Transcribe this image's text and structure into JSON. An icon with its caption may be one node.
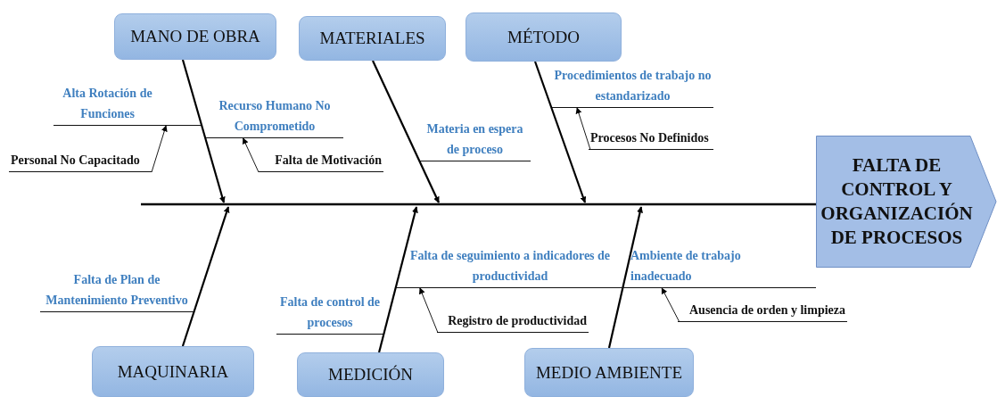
{
  "diagram": {
    "nodes": [
      {
        "text": [
          "MANO DE OBRA"
        ]
      },
      {
        "text": [
          "MATERIALES"
        ]
      },
      {
        "text": [
          "MÉTODO"
        ]
      },
      {
        "text": [
          "Alta Rotación de Funciones"
        ]
      },
      {
        "text": [
          "Recurso Humano No Comprometido"
        ]
      },
      {
        "text": [
          "Procedimientos de trabajo no estandarizado"
        ]
      },
      {
        "text": [
          "Materia en espera de proceso"
        ]
      },
      {
        "text": [
          "Procesos No Definidos"
        ]
      },
      {
        "text": [
          "Personal No Capacitado"
        ]
      },
      {
        "text": [
          "Falta de Motivación"
        ]
      },
      {
        "text": [
          "FALTA DE CONTROL Y ORGANIZACIÓN DE PROCESOS"
        ]
      },
      {
        "text": [
          "Falta de Plan de Mantenimiento Preventivo"
        ]
      },
      {
        "text": [
          "Falta de seguimiento a indicadores de productividad"
        ]
      },
      {
        "text": [
          "Ambiente de trabajo inadecuado"
        ]
      },
      {
        "text": [
          "Falta de control de procesos"
        ]
      },
      {
        "text": [
          "Registro de productividad"
        ]
      },
      {
        "text": [
          "Ausencia de orden y limpieza"
        ]
      },
      {
        "text": [
          "MAQUINARIA"
        ]
      },
      {
        "text": [
          "MEDICIÓN"
        ]
      },
      {
        "text": [
          "MEDIO AMBIENTE"
        ]
      }
    ],
    "edges": [
      {
        "from": null,
        "to": 10,
        "arrow": "none"
      },
      {
        "from": 0,
        "to": null,
        "arrow": "to"
      },
      {
        "from": 1,
        "to": null,
        "arrow": "to"
      },
      {
        "from": 2,
        "to": null,
        "arrow": "to"
      },
      {
        "from": 17,
        "to": null,
        "arrow": "to"
      },
      {
        "from": 18,
        "to": null,
        "arrow": "to"
      },
      {
        "from": 19,
        "to": null,
        "arrow": "to"
      },
      {
        "from": 8,
        "to": 3,
        "arrow": "to"
      },
      {
        "from": 9,
        "to": 4,
        "arrow": "to"
      },
      {
        "from": 7,
        "to": 5,
        "arrow": "to"
      },
      {
        "from": 15,
        "to": 12,
        "arrow": "to"
      },
      {
        "from": 16,
        "to": 13,
        "arrow": "to"
      }
    ]
  }
}
